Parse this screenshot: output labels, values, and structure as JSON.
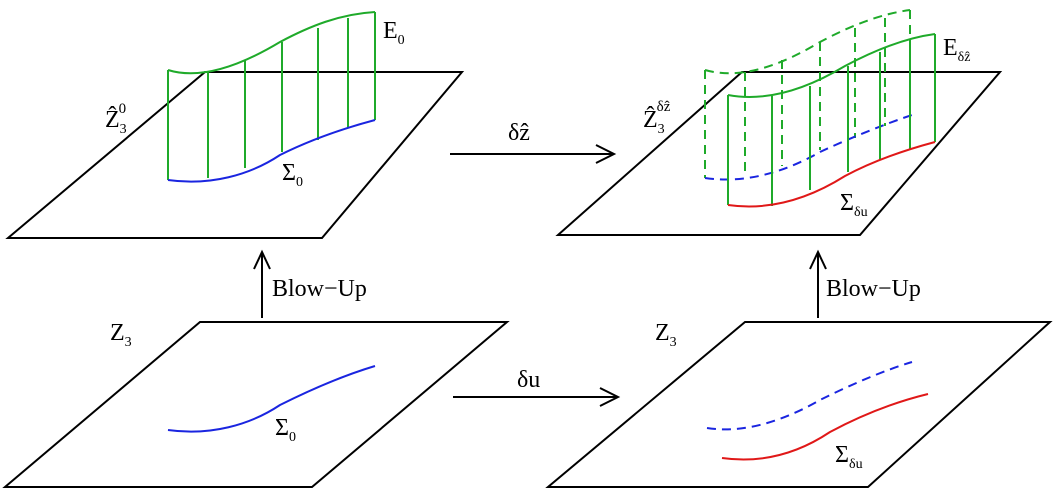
{
  "labels": {
    "E0": {
      "main": "E",
      "sub": "0"
    },
    "Edz": {
      "main": "E",
      "sub": "δẑ"
    },
    "Z3hat0": {
      "main": "Ẑ",
      "sub": "3",
      "sup": "0"
    },
    "Z3hatdz": {
      "main": "Ẑ",
      "sub": "3",
      "sup": "δẑ"
    },
    "Sigma0_top": {
      "main": "Σ",
      "sub": "0"
    },
    "Sigmadu_top": {
      "main": "Σ",
      "sub": "δu"
    },
    "Sigma0_bottom": {
      "main": "Σ",
      "sub": "0"
    },
    "Sigmadu_bottom": {
      "main": "Σ",
      "sub": "δu"
    },
    "Z3_left": {
      "main": "Z",
      "sub": "3"
    },
    "Z3_right": {
      "main": "Z",
      "sub": "3"
    }
  },
  "arrows": {
    "dz": "δẑ",
    "du": "δu",
    "blowup_left": "Blow−Up",
    "blowup_right": "Blow−Up"
  },
  "colors": {
    "exceptional_divisor": "#1faa2a",
    "curve_sigma0": "#1a25e0",
    "curve_sigmadu": "#e01818",
    "plane": "#000000"
  }
}
